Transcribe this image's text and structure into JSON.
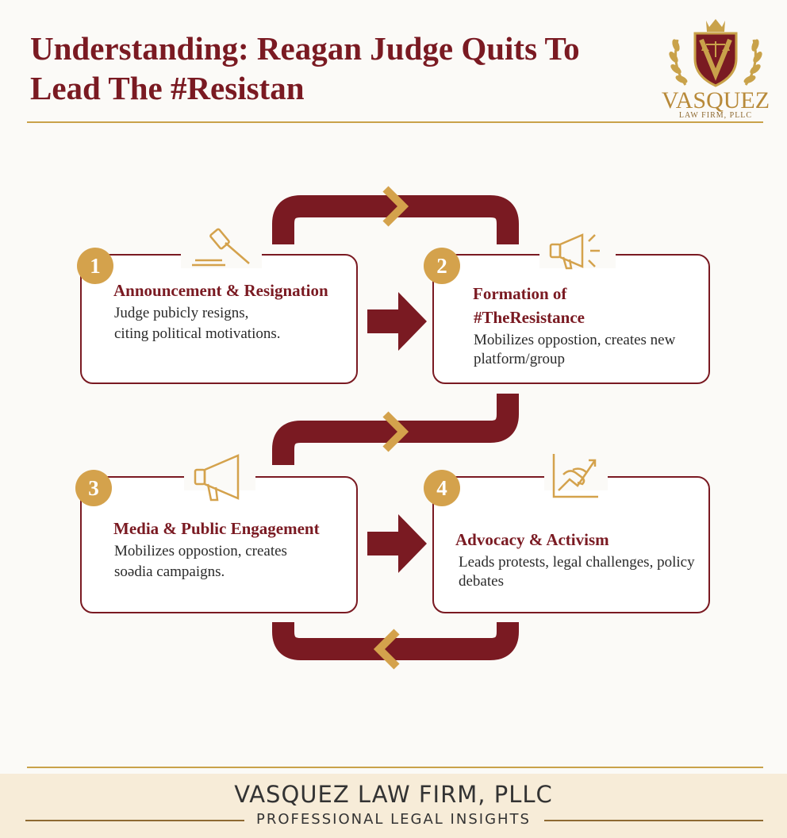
{
  "header": {
    "title": "Understanding: Reagan Judge Quits To Lead The #Resistan"
  },
  "logo": {
    "name": "VASQUEZ",
    "subtitle": "LAW FIRM, PLLC",
    "icon": "scales-crest-icon"
  },
  "steps": [
    {
      "number": "1",
      "title": "Announcement & Resignation",
      "description_lines": [
        "Judge pubicly resigns,",
        "citing political motivations."
      ],
      "icon": "gavel-icon"
    },
    {
      "number": "2",
      "title_lines": [
        "Formation of",
        "#TheResistance"
      ],
      "description_lines": [
        "Mobilizes oppostion, creates new",
        "platform/group"
      ],
      "icon": "megaphone-icon"
    },
    {
      "number": "3",
      "title": "Media & Public Engagement",
      "description_lines": [
        "Mobilizes oppostion, creates",
        "soǝdia campaigns."
      ],
      "icon": "megaphone-icon"
    },
    {
      "number": "4",
      "title": "Advocacy & Activism",
      "description_lines": [
        "Leads protests, legal challenges, policy",
        "debates"
      ],
      "icon": "handshake-chart-icon"
    }
  ],
  "footer": {
    "name": "VASQUEZ LAW FIRM, PLLC",
    "tagline": "PROFESSIONAL LEGAL INSIGHTS"
  },
  "colors": {
    "maroon": "#7a1a22",
    "gold": "#d4a24c",
    "background": "#fbfaf7",
    "footer_band": "#f7ecd8"
  }
}
